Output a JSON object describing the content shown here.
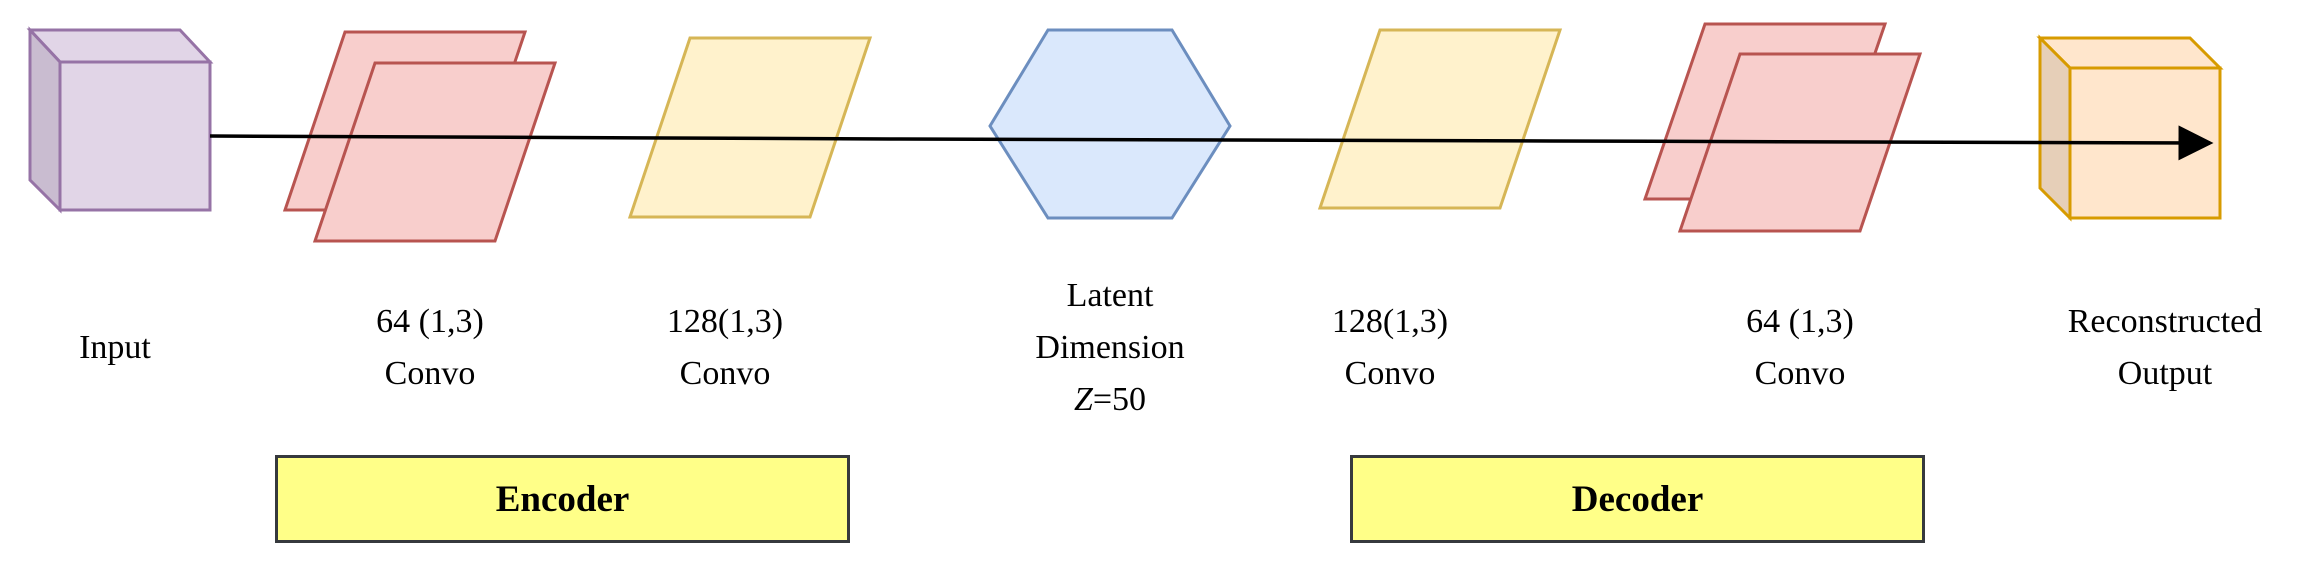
{
  "colors": {
    "input_fill": "#e1d5e7",
    "input_stroke": "#9673a6",
    "conv64_fill": "#f8cecc",
    "conv64_stroke": "#b85450",
    "conv128_fill": "#fff2cc",
    "conv128_stroke": "#d6b656",
    "latent_fill": "#dae8fc",
    "latent_stroke": "#6c8ebf",
    "output_fill": "#ffe6cc",
    "output_stroke": "#d79b00",
    "group_fill": "#ffff88",
    "arrow": "#000000"
  },
  "nodes": {
    "input": {
      "line1": "Input",
      "icon": "cube-icon"
    },
    "enc_conv1": {
      "line1": "64 (1,3)",
      "line2": "Convo",
      "icon": "stacked-parallelogram-icon"
    },
    "enc_conv2": {
      "line1": "128(1,3)",
      "line2": "Convo",
      "icon": "parallelogram-icon"
    },
    "latent": {
      "line1": "Latent",
      "line2": "Dimension",
      "line3_var": "Z",
      "line3_rest": "=50",
      "icon": "hexagon-icon"
    },
    "dec_conv1": {
      "line1": "128(1,3)",
      "line2": "Convo",
      "icon": "parallelogram-icon"
    },
    "dec_conv2": {
      "line1": "64 (1,3)",
      "line2": "Convo",
      "icon": "stacked-parallelogram-icon"
    },
    "output": {
      "line1": "Reconstructed",
      "line2": "Output",
      "icon": "cube-icon"
    }
  },
  "groups": {
    "encoder": "Encoder",
    "decoder": "Decoder"
  }
}
